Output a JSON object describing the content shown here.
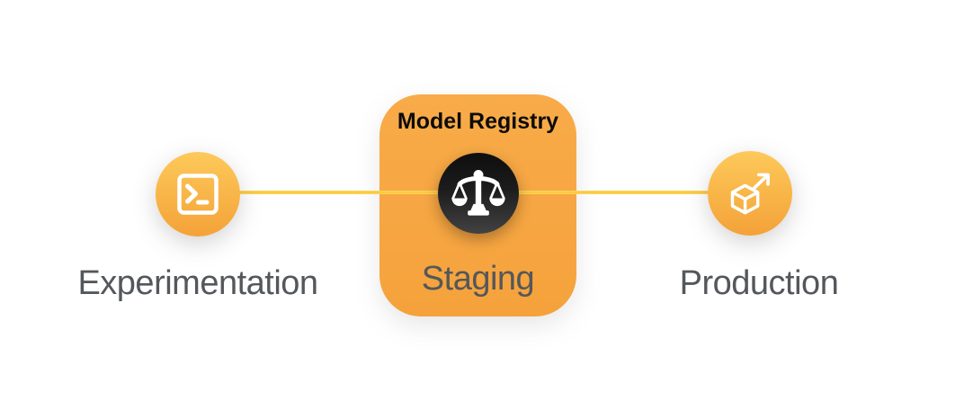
{
  "diagram": {
    "name": "ml-pipeline",
    "card": {
      "title": "Model Registry"
    },
    "stages": {
      "experimentation": {
        "label": "Experimentation",
        "icon": "terminal-icon"
      },
      "staging": {
        "label": "Staging",
        "icon": "balance-scale-icon"
      },
      "production": {
        "label": "Production",
        "icon": "deploy-cube-arrow-icon"
      }
    },
    "colors": {
      "node_orange_top": "#FDC95A",
      "node_orange_bottom": "#F4A238",
      "card_orange": "#F7A642",
      "connector_gold": "#FBC531",
      "dark_circle": "#1C1C1C",
      "icon_white": "#FFFFFF",
      "label_gray": "#54575B",
      "card_title_black": "#0C0C0C",
      "background": "#FFFFFF"
    }
  }
}
